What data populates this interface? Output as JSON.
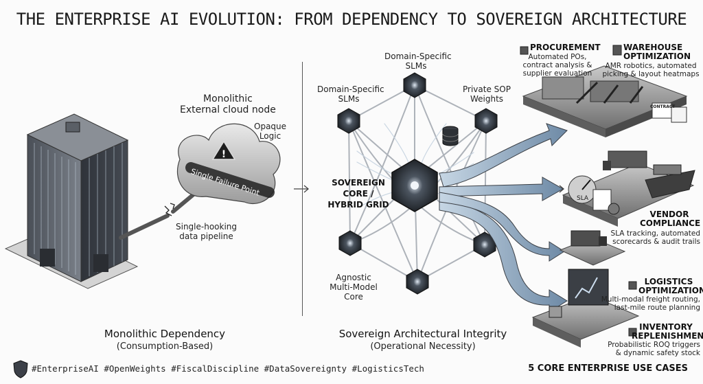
{
  "title": "THE ENTERPRISE AI EVOLUTION: FROM DEPENDENCY TO SOVEREIGN ARCHITECTURE",
  "left": {
    "cloud_title": "Monolithic\nExternal cloud node",
    "cloud_logic": "Opaque\nLogic",
    "cloud_failure": "Single Failure Point",
    "pipeline": "Single-hooking\ndata pipeline",
    "caption": "Monolithic Dependency",
    "caption_sub": "(Consumption-Based)"
  },
  "middle": {
    "node_top": "Domain-Specific\nSLMs",
    "node_left": "Domain-Specific\nSLMs",
    "node_right": "Private SOP\nWeights",
    "core": "SOVEREIGN\nCORE /\nHYBRID GRID",
    "node_bottom_left": "Agnostic\nMulti-Model\nCore",
    "caption": "Sovereign Architectural Integrity",
    "caption_sub": "(Operational Necessity)"
  },
  "use_cases": [
    {
      "title": "PROCUREMENT",
      "desc": "Automated POs,\ncontract analysis &\nsupplier evaluation"
    },
    {
      "title": "WAREHOUSE\nOPTIMIZATION",
      "desc": "AMR robotics, automated\npicking & layout heatmaps"
    },
    {
      "title": "VENDOR\nCOMPLIANCE",
      "desc": "SLA tracking, automated\nscorecards & audit trails"
    },
    {
      "title": "LOGISTICS\nOPTIMIZATION",
      "desc": "Multi-modal freight routing,\nlast-mile route planning"
    },
    {
      "title": "INVENTORY\nREPLENISHMENT",
      "desc": "Probabilistic ROQ triggers\n& dynamic safety stock"
    }
  ],
  "doc_labels": {
    "contract": "CONTRACT",
    "sla": "SLA"
  },
  "footer": {
    "tags": "#EnterpriseAI #OpenWeights #FiscalDiscipline #DataSovereignty #LogisticsTech",
    "right": "5 CORE ENTERPRISE USE CASES"
  },
  "icons": [
    "shield-icon",
    "building-icon",
    "cloud-icon",
    "warning-icon",
    "hexagon-node-icon",
    "database-icon",
    "arrow-icon",
    "box-icon",
    "factory-icon",
    "truck-icon",
    "ship-icon",
    "gauge-icon",
    "monitor-icon"
  ]
}
